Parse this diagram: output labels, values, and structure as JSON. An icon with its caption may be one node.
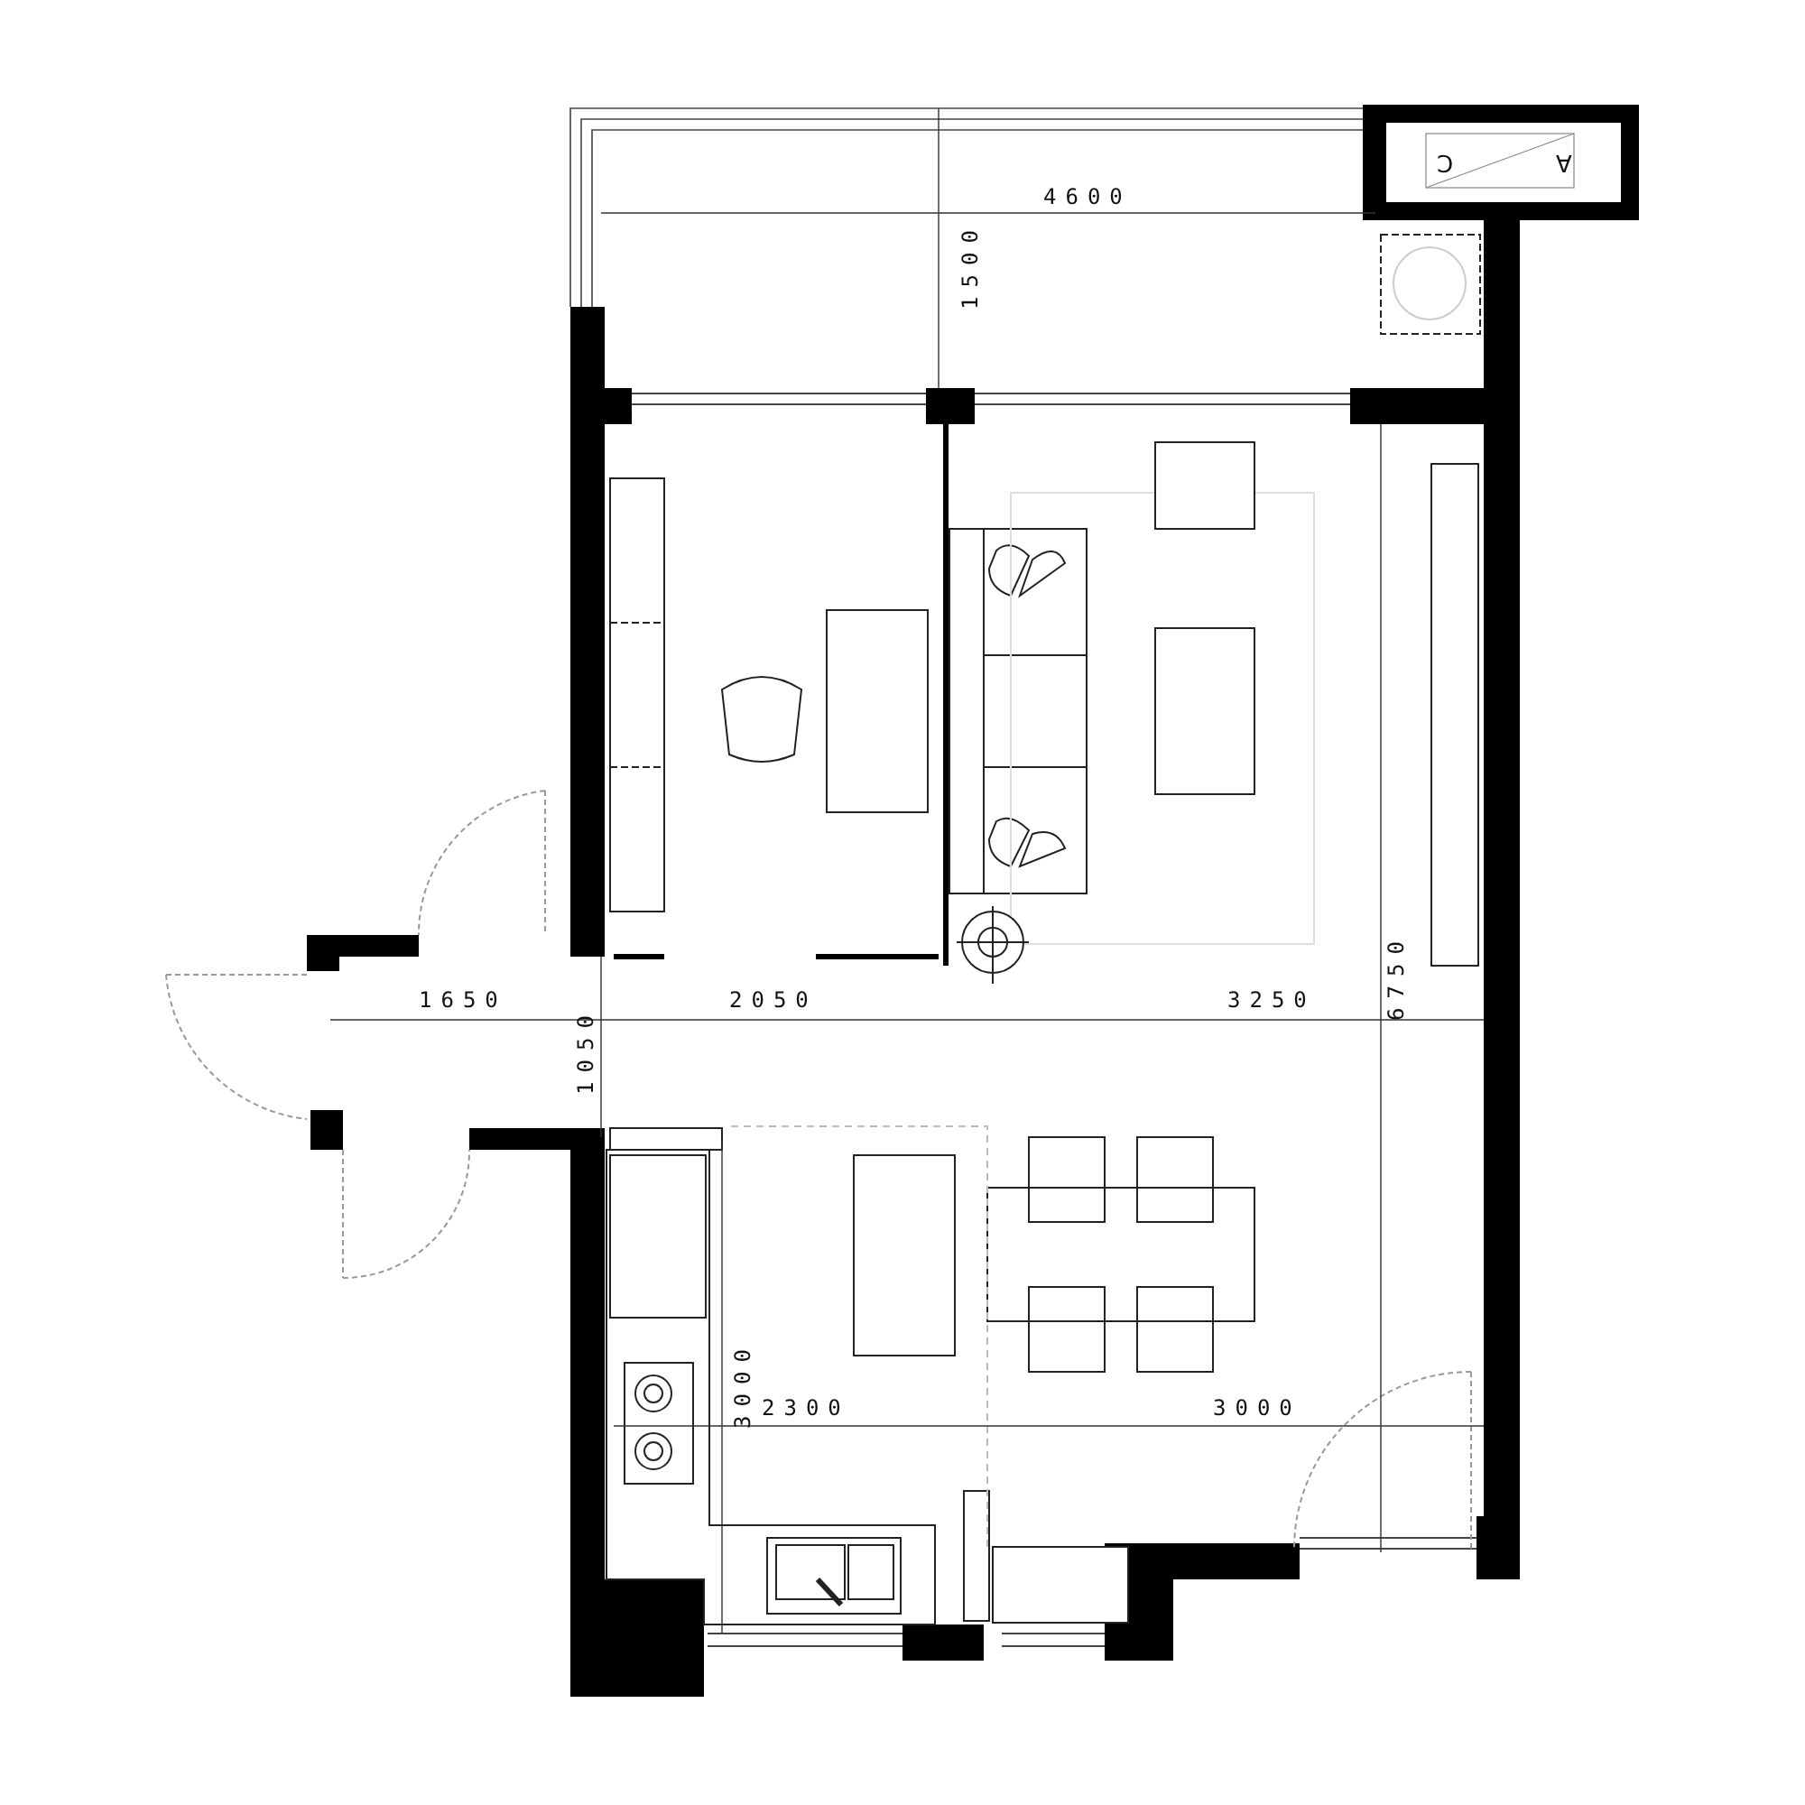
{
  "diagram": {
    "labels": [
      "4600",
      "1500",
      "C",
      "A",
      "1650",
      "1050",
      "2050",
      "3250",
      "6750",
      "3000",
      "2300",
      "3000"
    ]
  }
}
